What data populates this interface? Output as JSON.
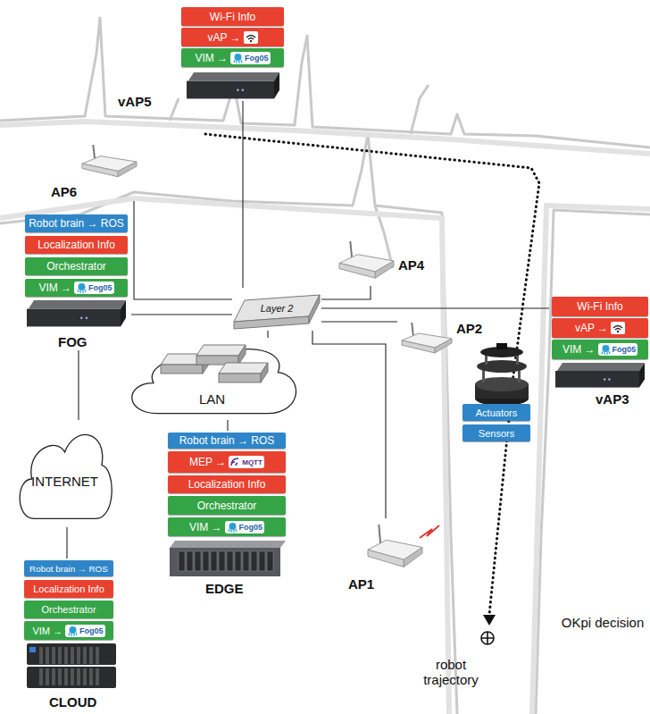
{
  "diagram": {
    "nodes": [
      {
        "text": [
          "vAP5"
        ]
      },
      {
        "text": [
          "Wi-Fi Info"
        ],
        "in": 0
      },
      {
        "text": [
          "vAP →"
        ],
        "in": 0
      },
      {
        "text": [
          "VIM →",
          "Fog05"
        ],
        "in": 0
      },
      {
        "text": [
          "AP6"
        ]
      },
      {
        "text": [
          "AP4"
        ]
      },
      {
        "text": [
          "Layer 2"
        ]
      },
      {
        "text": [
          "FOG"
        ]
      },
      {
        "text": [
          "Robot brain → ROS"
        ],
        "in": 7
      },
      {
        "text": [
          "Localization Info"
        ],
        "in": 7
      },
      {
        "text": [
          "Orchestrator"
        ],
        "in": 7
      },
      {
        "text": [
          "VIM →",
          "Fog05"
        ],
        "in": 7
      },
      {
        "text": [
          "vAP3"
        ]
      },
      {
        "text": [
          "Wi-Fi Info"
        ],
        "in": 12
      },
      {
        "text": [
          "vAP →"
        ],
        "in": 12
      },
      {
        "text": [
          "VIM →",
          "Fog05"
        ],
        "in": 12
      },
      {
        "text": [
          "AP2"
        ]
      },
      {
        "text": [
          "LAN"
        ]
      },
      {
        "text": [
          "INTERNET"
        ]
      },
      {
        "text": [
          "EDGE"
        ]
      },
      {
        "text": [
          "Robot brain → ROS"
        ],
        "in": 19
      },
      {
        "text": [
          "MEP →",
          "MQTT"
        ],
        "in": 19
      },
      {
        "text": [
          "Localization Info"
        ],
        "in": 19
      },
      {
        "text": [
          "Orchestrator"
        ],
        "in": 19
      },
      {
        "text": [
          "VIM →",
          "Fog05"
        ],
        "in": 19
      },
      {
        "text": [
          "CLOUD"
        ]
      },
      {
        "text": [
          "Robot brain → ROS"
        ],
        "in": 25
      },
      {
        "text": [
          "Localization Info"
        ],
        "in": 25
      },
      {
        "text": [
          "Orchestrator"
        ],
        "in": 25
      },
      {
        "text": [
          "VIM →",
          "Fog05"
        ],
        "in": 25
      },
      {
        "text": [
          "Actuators"
        ]
      },
      {
        "text": [
          "Sensors"
        ]
      },
      {
        "text": [
          "AP1"
        ]
      }
    ],
    "edges": [
      {
        "from": 6,
        "to": 0,
        "arrow": "none"
      },
      {
        "from": 6,
        "to": 4,
        "arrow": "none"
      },
      {
        "from": 6,
        "to": 5,
        "arrow": "none"
      },
      {
        "from": 6,
        "to": 7,
        "arrow": "none"
      },
      {
        "from": 6,
        "to": 12,
        "arrow": "none"
      },
      {
        "from": 6,
        "to": 16,
        "arrow": "none"
      },
      {
        "from": 6,
        "to": 32,
        "arrow": "none"
      },
      {
        "from": 6,
        "to": 17,
        "arrow": "none"
      },
      {
        "from": 17,
        "to": 19,
        "arrow": "none"
      },
      {
        "from": 7,
        "to": 18,
        "arrow": "none"
      },
      {
        "from": 18,
        "to": 25,
        "arrow": "none"
      }
    ],
    "labels": [
      "robot trajectory",
      "OKpi decision"
    ]
  }
}
